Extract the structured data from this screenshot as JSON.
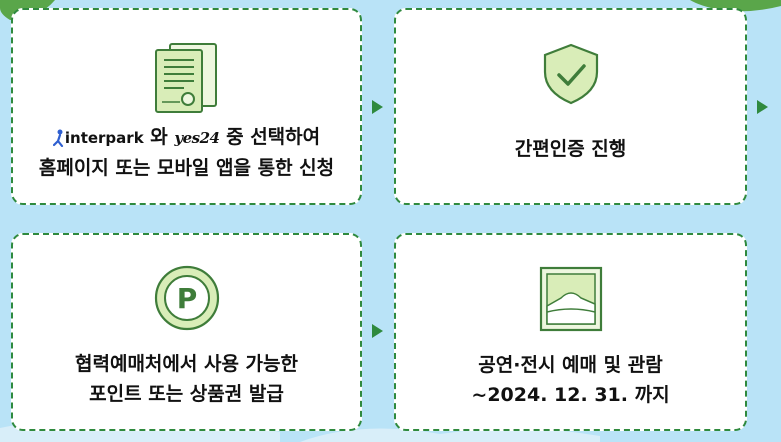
{
  "steps": [
    {
      "icon": "document-icon",
      "logo_interpark": "interpark",
      "logo_yes24": "yes24",
      "line1_mid": "와",
      "line1_end": "중 선택하여",
      "line2": "홈페이지 또는 모바일 앱을 통한 신청"
    },
    {
      "icon": "shield-check-icon",
      "text": "간편인증 진행"
    },
    {
      "icon": "point-coin-icon",
      "line1": "협력예매처에서 사용 가능한",
      "line2": "포인트 또는 상품권 발급"
    },
    {
      "icon": "landscape-picture-icon",
      "line1": "공연·전시 예매 및 관람",
      "line2": "~2024. 12. 31. 까지"
    }
  ],
  "colors": {
    "background": "#b9e3f7",
    "accent_green": "#2f8a3e",
    "icon_fill": "#d9edb8",
    "icon_stroke": "#3f7d3a"
  }
}
